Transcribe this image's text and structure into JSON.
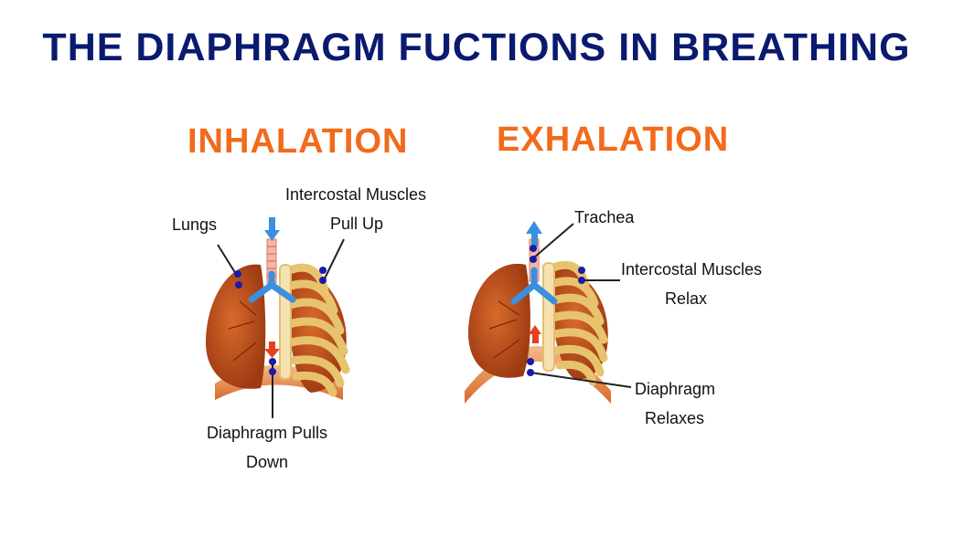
{
  "title": "THE DIAPHRAGM FUCTIONS IN BREATHING",
  "inhalation": {
    "heading": "INHALATION",
    "labels": {
      "intercostal_line1": "Intercostal Muscles",
      "intercostal_line2": "Pull Up",
      "lungs": "Lungs",
      "diaphragm_line1": "Diaphragm Pulls",
      "diaphragm_line2": "Down"
    }
  },
  "exhalation": {
    "heading": "EXHALATION",
    "labels": {
      "trachea": "Trachea",
      "intercostal_line1": "Intercostal Muscles",
      "intercostal_line2": "Relax",
      "diaphragm_line1": "Diaphragm",
      "diaphragm_line2": "Relaxes"
    }
  },
  "colors": {
    "title": "#0a1a6e",
    "heading": "#f26a1b",
    "lung": "#c9581f",
    "rib": "#f3d99a",
    "diaphragm": "#e8863e",
    "airway": "#3a8fe0",
    "down_arrow": "#e8401c",
    "marker": "#1a1aa8"
  },
  "icons": [
    "down-arrow-icon",
    "up-arrow-icon",
    "marker-dot-icon"
  ]
}
